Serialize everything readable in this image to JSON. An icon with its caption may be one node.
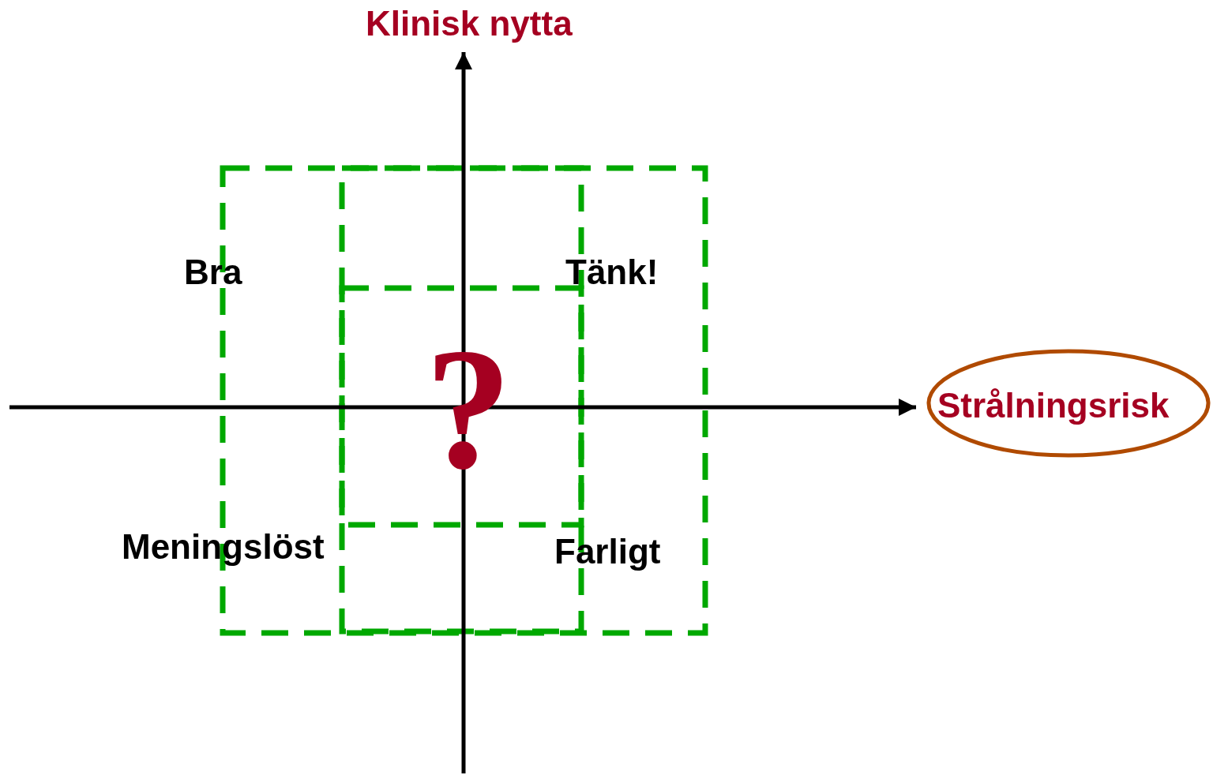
{
  "diagram": {
    "title": "Klinisk nytta",
    "nodes": [
      {
        "text": [
          "Strålningsrisk"
        ]
      }
    ],
    "labels": [
      "Bra",
      "Tänk!",
      "?",
      "Meningslöst",
      "Farligt"
    ]
  }
}
